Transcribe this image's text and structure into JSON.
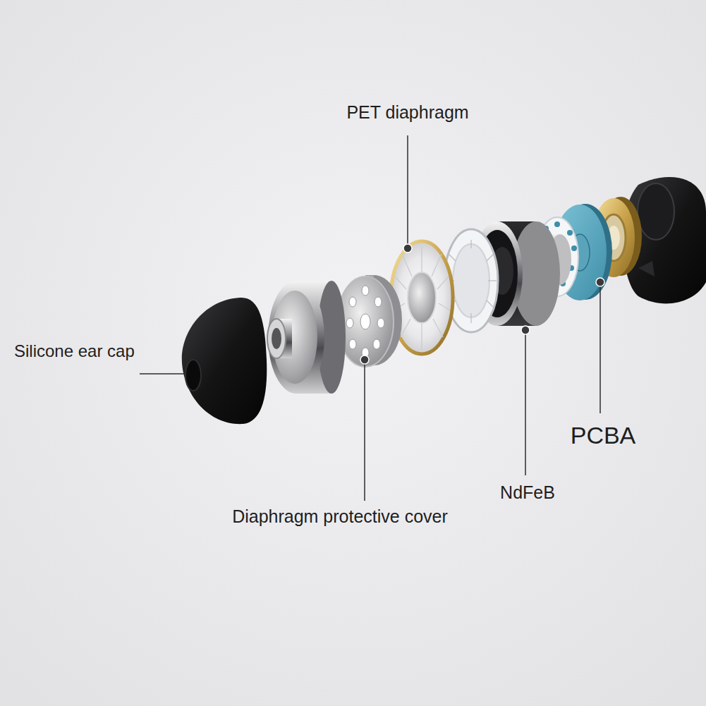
{
  "diagram": {
    "labels": [
      "PET diaphragm",
      "Silicone ear cap",
      "PCBA",
      "NdFeB",
      "Diaphragm protective cover"
    ]
  }
}
